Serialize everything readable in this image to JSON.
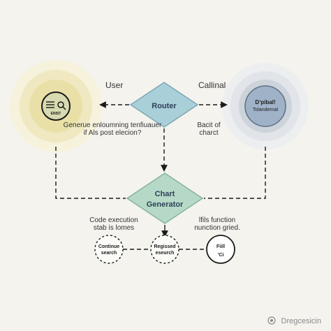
{
  "actors": {
    "left": {
      "label": "User",
      "icon_text": "ENIST",
      "icon_name": "search-window-icon"
    },
    "right": {
      "label": "Callinal",
      "line1": "Dʼpibal!",
      "line2": "Tolandernal"
    }
  },
  "nodes": {
    "router": {
      "label": "Router",
      "fill": "#a9cfd9"
    },
    "chart_generator": {
      "line1": "Chart",
      "line2": "Generator",
      "fill": "#b5d9c6"
    }
  },
  "annotations": {
    "left_router": {
      "line1": "Generue enloumning tenfiuauer",
      "line2": "if Als post elecion?"
    },
    "right_router": {
      "line1": "Bacit of",
      "line2": "charct"
    },
    "left_chart": {
      "line1": "Code execution",
      "line2": "stab is lomes"
    },
    "right_chart": {
      "line1": "lfils function",
      "line2": "nunction gried."
    }
  },
  "bottom_nodes": [
    {
      "line1": "Continue",
      "line2": "search"
    },
    {
      "line1": "Regissed",
      "line2": "eseurch"
    },
    {
      "line1": "Fiill",
      "line2": "’Ci"
    }
  ],
  "watermark": {
    "text": "Dregcesicin",
    "icon_name": "logo-icon"
  },
  "colors": {
    "halo_left": "#e9e2b0",
    "halo_right": "#d9dde2",
    "router_border": "#7fa8b4",
    "chart_border": "#86b39b"
  }
}
